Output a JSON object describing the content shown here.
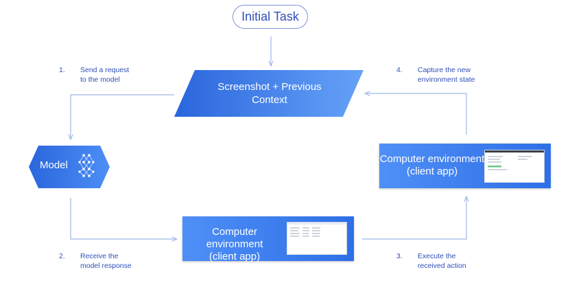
{
  "start": {
    "label": "Initial Task"
  },
  "context_node": {
    "line1": "Screenshot + Previous",
    "line2": "Context"
  },
  "model_node": {
    "label": "Model"
  },
  "env_bottom": {
    "line1": "Computer environment",
    "line2": "(client app)"
  },
  "env_right": {
    "line1": "Computer environment",
    "line2": "(client app)"
  },
  "steps": [
    {
      "number": "1.",
      "line1": "Send a request",
      "line2": "to the model"
    },
    {
      "number": "2.",
      "line1": "Receive the",
      "line2": "model response"
    },
    {
      "number": "3.",
      "line1": "Execute the",
      "line2": "received action"
    },
    {
      "number": "4.",
      "line1": "Capture the new",
      "line2": "environment state"
    }
  ],
  "colors": {
    "arrow": "#9fb6e6",
    "text_blue": "#2f4fb8",
    "box_light": "#5a95f5",
    "box_dark": "#2362d6"
  }
}
